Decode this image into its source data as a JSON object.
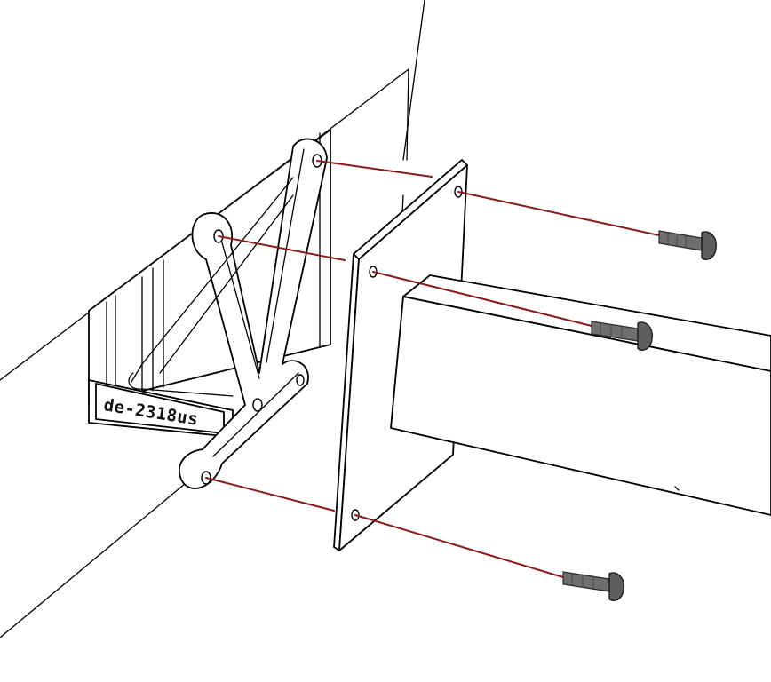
{
  "model_label": "de-2318us",
  "colors": {
    "line": "#000000",
    "guide": "#8b1a1a",
    "screw": "#6f6f6f",
    "background": "#ffffff"
  },
  "parts": [
    "wall-panel",
    "back-plate",
    "y-bracket",
    "mounting-plate",
    "square-tube",
    "screw"
  ]
}
